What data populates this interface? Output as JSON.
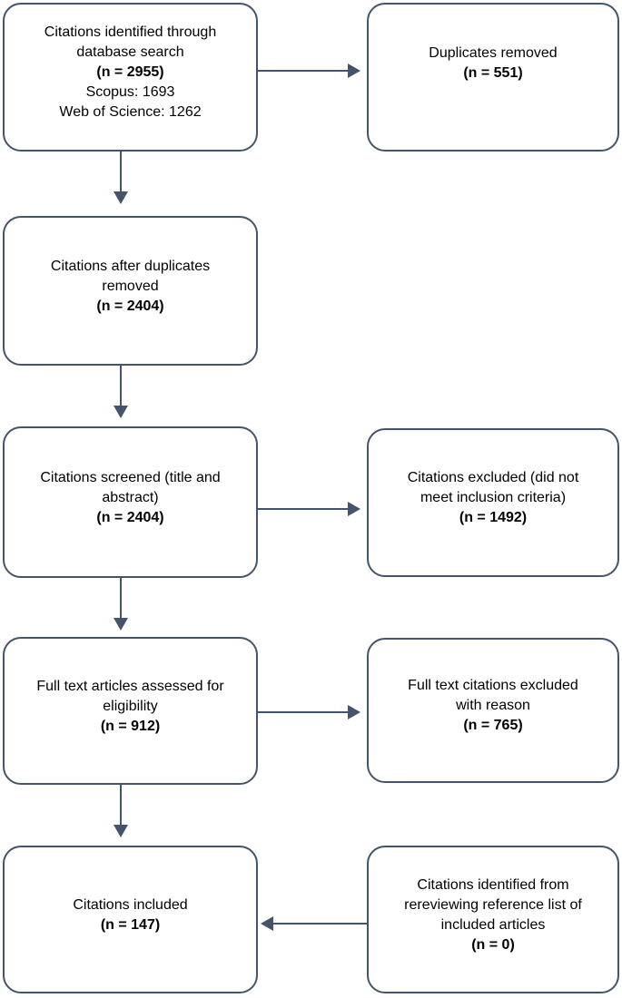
{
  "colors": {
    "box_border": "#44546a",
    "arrow": "#44546a",
    "text": "#000000",
    "background": "#ffffff"
  },
  "boxes": {
    "identified": {
      "lines": [
        "Citations identified through",
        "database search",
        "(n = 2955)",
        "Scopus: 1693",
        "Web of Science: 1262"
      ]
    },
    "duplicates_removed": {
      "lines": [
        "Duplicates removed",
        "(n = 551)"
      ]
    },
    "after_duplicates": {
      "lines": [
        "Citations after duplicates",
        "removed",
        "(n = 2404)"
      ]
    },
    "screened": {
      "lines": [
        "Citations screened (title and",
        "abstract)",
        "(n = 2404)"
      ]
    },
    "excluded_screening": {
      "lines": [
        "Citations excluded (did not",
        "meet inclusion criteria)",
        "(n = 1492)"
      ]
    },
    "full_text_assessed": {
      "lines": [
        "Full text articles assessed for",
        "eligibility",
        "(n = 912)"
      ]
    },
    "full_text_excluded": {
      "lines": [
        "Full text citations excluded",
        "with reason",
        "(n = 765)"
      ]
    },
    "included": {
      "lines": [
        "Citations included",
        "(n = 147)"
      ]
    },
    "reference_list": {
      "lines": [
        "Citations identified from",
        "rereviewing reference list of",
        "included articles",
        "(n = 0)"
      ]
    }
  },
  "arrows": [
    {
      "from": "identified",
      "to": "duplicates_removed",
      "direction": "right"
    },
    {
      "from": "identified",
      "to": "after_duplicates",
      "direction": "down"
    },
    {
      "from": "after_duplicates",
      "to": "screened",
      "direction": "down"
    },
    {
      "from": "screened",
      "to": "excluded_screening",
      "direction": "right"
    },
    {
      "from": "screened",
      "to": "full_text_assessed",
      "direction": "down"
    },
    {
      "from": "full_text_assessed",
      "to": "full_text_excluded",
      "direction": "right"
    },
    {
      "from": "full_text_assessed",
      "to": "included",
      "direction": "down"
    },
    {
      "from": "reference_list",
      "to": "included",
      "direction": "left"
    }
  ]
}
